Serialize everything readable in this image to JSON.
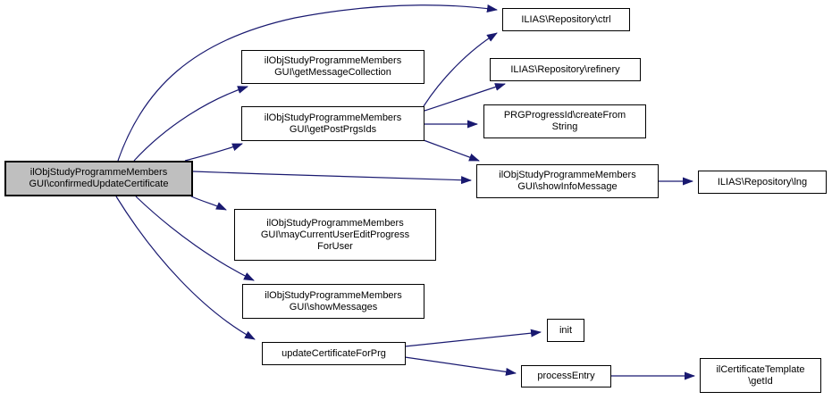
{
  "graph": {
    "type": "call-graph",
    "colors": {
      "edge": "#191970",
      "node_border": "#000000",
      "node_fill": "#ffffff",
      "highlight_fill": "#bfbfbf",
      "text": "#000000"
    },
    "nodes": [
      {
        "id": "confirmedUpdateCertificate",
        "label": "ilObjStudyProgrammeMembers\nGUI\\confirmedUpdateCertificate",
        "highlighted": true
      },
      {
        "id": "getMessageCollection",
        "label": "ilObjStudyProgrammeMembers\nGUI\\getMessageCollection",
        "highlighted": false
      },
      {
        "id": "getPostPrgsIds",
        "label": "ilObjStudyProgrammeMembers\nGUI\\getPostPrgsIds",
        "highlighted": false
      },
      {
        "id": "ctrl",
        "label": "ILIAS\\Repository\\ctrl",
        "highlighted": false
      },
      {
        "id": "refinery",
        "label": "ILIAS\\Repository\\refinery",
        "highlighted": false
      },
      {
        "id": "createFromString",
        "label": "PRGProgressId\\createFrom\nString",
        "highlighted": false
      },
      {
        "id": "showInfoMessage",
        "label": "ilObjStudyProgrammeMembers\nGUI\\showInfoMessage",
        "highlighted": false
      },
      {
        "id": "lng",
        "label": "ILIAS\\Repository\\lng",
        "highlighted": false
      },
      {
        "id": "mayCurrentUserEditProgressForUser",
        "label": "ilObjStudyProgrammeMembers\nGUI\\mayCurrentUserEditProgress\nForUser",
        "highlighted": false
      },
      {
        "id": "showMessages",
        "label": "ilObjStudyProgrammeMembers\nGUI\\showMessages",
        "highlighted": false
      },
      {
        "id": "updateCertificateForPrg",
        "label": "updateCertificateForPrg",
        "highlighted": false
      },
      {
        "id": "init",
        "label": "init",
        "highlighted": false
      },
      {
        "id": "processEntry",
        "label": "processEntry",
        "highlighted": false
      },
      {
        "id": "getId",
        "label": "ilCertificateTemplate\n\\getId",
        "highlighted": false
      }
    ],
    "edges": [
      {
        "from": "confirmedUpdateCertificate",
        "to": "ctrl"
      },
      {
        "from": "confirmedUpdateCertificate",
        "to": "getMessageCollection"
      },
      {
        "from": "confirmedUpdateCertificate",
        "to": "getPostPrgsIds"
      },
      {
        "from": "confirmedUpdateCertificate",
        "to": "showInfoMessage"
      },
      {
        "from": "confirmedUpdateCertificate",
        "to": "mayCurrentUserEditProgressForUser"
      },
      {
        "from": "confirmedUpdateCertificate",
        "to": "showMessages"
      },
      {
        "from": "confirmedUpdateCertificate",
        "to": "updateCertificateForPrg"
      },
      {
        "from": "getPostPrgsIds",
        "to": "ctrl"
      },
      {
        "from": "getPostPrgsIds",
        "to": "refinery"
      },
      {
        "from": "getPostPrgsIds",
        "to": "createFromString"
      },
      {
        "from": "getPostPrgsIds",
        "to": "showInfoMessage"
      },
      {
        "from": "showInfoMessage",
        "to": "lng"
      },
      {
        "from": "updateCertificateForPrg",
        "to": "init"
      },
      {
        "from": "updateCertificateForPrg",
        "to": "processEntry"
      },
      {
        "from": "processEntry",
        "to": "getId"
      }
    ]
  }
}
